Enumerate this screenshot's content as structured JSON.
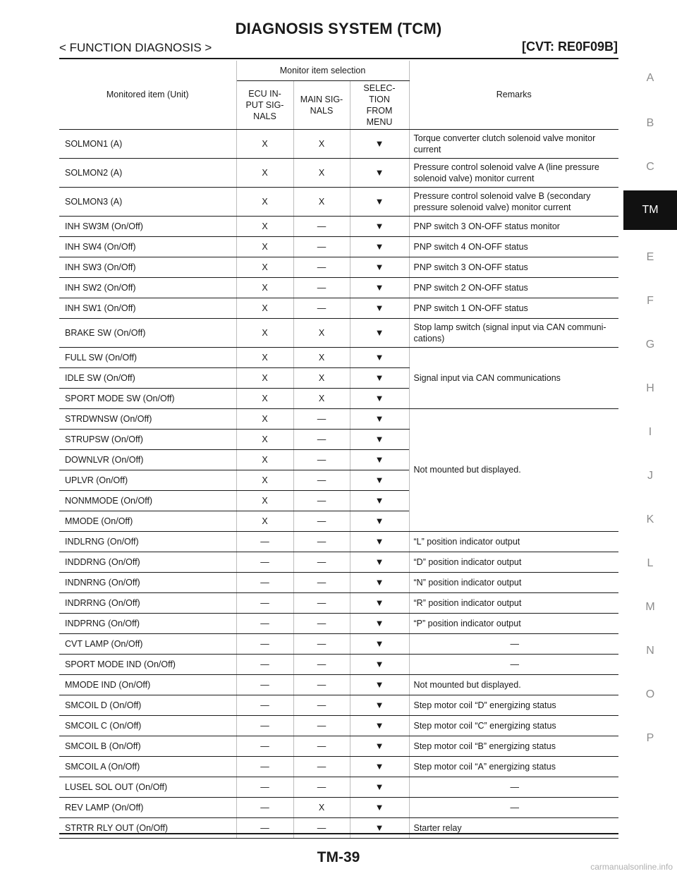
{
  "page": {
    "title": "DIAGNOSIS SYSTEM (TCM)",
    "section_left": "< FUNCTION DIAGNOSIS >",
    "section_right": "[CVT: RE0F09B]",
    "page_number": "TM-39",
    "footer": "carmanualsonline.info"
  },
  "side_index": {
    "letters": [
      "A",
      "B",
      "C",
      "TM",
      "E",
      "F",
      "G",
      "H",
      "I",
      "J",
      "K",
      "L",
      "M",
      "N",
      "O",
      "P"
    ],
    "active": "TM"
  },
  "table": {
    "headers": {
      "monitored_item": "Monitored item (Unit)",
      "monitor_item_selection": "Monitor item selection",
      "ecu_input": "ECU IN-\nPUT SIG-\nNALS",
      "main_signals": "MAIN SIG-\nNALS",
      "selection_from_menu": "SELEC-\nTION\nFROM\nMENU",
      "remarks": "Remarks"
    },
    "marker_symbol": "▼",
    "rows": [
      {
        "item": "SOLMON1 (A)",
        "ecu": "X",
        "main": "X",
        "remark": "Torque converter clutch solenoid valve monitor current"
      },
      {
        "item": "SOLMON2 (A)",
        "ecu": "X",
        "main": "X",
        "remark": "Pressure control solenoid valve A (line pressure solenoid valve) monitor current"
      },
      {
        "item": "SOLMON3 (A)",
        "ecu": "X",
        "main": "X",
        "remark": "Pressure control solenoid valve B (secondary pressure solenoid valve) monitor current"
      },
      {
        "item": "INH SW3M (On/Off)",
        "ecu": "X",
        "main": "—",
        "remark": "PNP switch 3 ON-OFF status monitor"
      },
      {
        "item": "INH SW4 (On/Off)",
        "ecu": "X",
        "main": "—",
        "remark": "PNP switch 4 ON-OFF status"
      },
      {
        "item": "INH SW3 (On/Off)",
        "ecu": "X",
        "main": "—",
        "remark": "PNP switch 3 ON-OFF status"
      },
      {
        "item": "INH SW2 (On/Off)",
        "ecu": "X",
        "main": "—",
        "remark": "PNP switch 2 ON-OFF status"
      },
      {
        "item": "INH SW1 (On/Off)",
        "ecu": "X",
        "main": "—",
        "remark": "PNP switch 1 ON-OFF status"
      },
      {
        "item": "BRAKE SW (On/Off)",
        "ecu": "X",
        "main": "X",
        "remark": "Stop lamp switch (signal input via CAN communi-cations)"
      },
      {
        "item": "FULL SW (On/Off)",
        "ecu": "X",
        "main": "X",
        "remark": "Signal input via CAN communications"
      },
      {
        "item": "IDLE SW (On/Off)",
        "ecu": "X",
        "main": "X",
        "remark": ""
      },
      {
        "item": "SPORT MODE SW (On/Off)",
        "ecu": "X",
        "main": "X",
        "remark": ""
      },
      {
        "item": "STRDWNSW (On/Off)",
        "ecu": "X",
        "main": "—",
        "remark": "Not mounted but displayed."
      },
      {
        "item": "STRUPSW (On/Off)",
        "ecu": "X",
        "main": "—",
        "remark": ""
      },
      {
        "item": "DOWNLVR (On/Off)",
        "ecu": "X",
        "main": "—",
        "remark": ""
      },
      {
        "item": "UPLVR (On/Off)",
        "ecu": "X",
        "main": "—",
        "remark": ""
      },
      {
        "item": "NONMMODE (On/Off)",
        "ecu": "X",
        "main": "—",
        "remark": ""
      },
      {
        "item": "MMODE (On/Off)",
        "ecu": "X",
        "main": "—",
        "remark": ""
      },
      {
        "item": "INDLRNG (On/Off)",
        "ecu": "—",
        "main": "—",
        "remark": "“L” position indicator output"
      },
      {
        "item": "INDDRNG (On/Off)",
        "ecu": "—",
        "main": "—",
        "remark": "“D” position indicator output"
      },
      {
        "item": "INDNRNG (On/Off)",
        "ecu": "—",
        "main": "—",
        "remark": "“N” position indicator output"
      },
      {
        "item": "INDRRNG (On/Off)",
        "ecu": "—",
        "main": "—",
        "remark": "“R” position indicator output"
      },
      {
        "item": "INDPRNG (On/Off)",
        "ecu": "—",
        "main": "—",
        "remark": "“P” position indicator output"
      },
      {
        "item": "CVT LAMP (On/Off)",
        "ecu": "—",
        "main": "—",
        "remark": "—"
      },
      {
        "item": "SPORT MODE IND (On/Off)",
        "ecu": "—",
        "main": "—",
        "remark": "—"
      },
      {
        "item": "MMODE IND (On/Off)",
        "ecu": "—",
        "main": "—",
        "remark": "Not mounted but displayed."
      },
      {
        "item": "SMCOIL D (On/Off)",
        "ecu": "—",
        "main": "—",
        "remark": "Step motor coil “D” energizing status"
      },
      {
        "item": "SMCOIL C (On/Off)",
        "ecu": "—",
        "main": "—",
        "remark": "Step motor coil “C” energizing status"
      },
      {
        "item": "SMCOIL B (On/Off)",
        "ecu": "—",
        "main": "—",
        "remark": "Step motor coil “B” energizing status"
      },
      {
        "item": "SMCOIL A (On/Off)",
        "ecu": "—",
        "main": "—",
        "remark": "Step motor coil “A” energizing status"
      },
      {
        "item": "LUSEL SOL OUT (On/Off)",
        "ecu": "—",
        "main": "—",
        "remark": "—"
      },
      {
        "item": "REV LAMP (On/Off)",
        "ecu": "—",
        "main": "X",
        "remark": "—"
      },
      {
        "item": "STRTR RLY OUT (On/Off)",
        "ecu": "—",
        "main": "—",
        "remark": "Starter relay"
      }
    ]
  }
}
